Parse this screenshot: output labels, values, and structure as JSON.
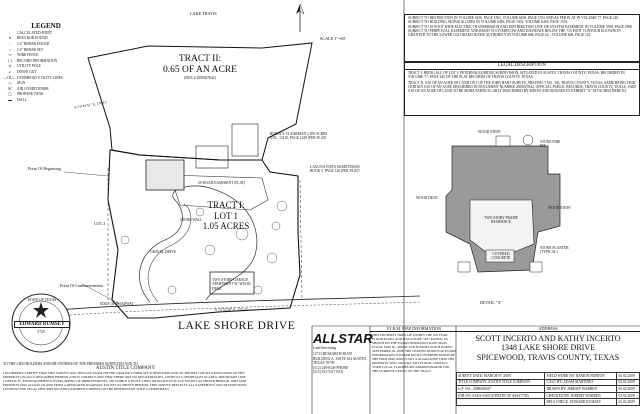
{
  "header": {
    "lake_label": "LAKE TRAVIS",
    "scale": "SCALE  1\"=60'"
  },
  "legend": {
    "title": "LEGEND",
    "items": [
      "CALCULATED POINT",
      "IRON ROD FOUND",
      "1/2\" REBAR FOUND",
      "1/2\" REBAR SET",
      "WIRE FENCE",
      "RECORD INFORMATION",
      "UTILITY POLE",
      "DOWN GUY",
      "OVERHEAD UTILITY LINES",
      "SIGN",
      "AIR CONDITIONER",
      "PROPANE TANK",
      "WALL"
    ]
  },
  "notes": {
    "restrictions": [
      "SUBJECT TO RESTRICTION IN VOLUME 6456, PAGE 1502, VOLUME 6458, PAGE 1553 AND AS PER PLAT IN VOLUME 77, PAGE 245.",
      "SUBJECT TO BUILDING SETBACK LINES IN VOLUME 6456, PAGE 1502, VOLUME 6458, PAGE 1553.",
      "SUBJECT TO 10-FOOT WIDE ELECTRIC TRANSMISSION AND DISTRIBUTION LINE OR SYSTEM EASEMENT IN VOLUME 5598, PAGE 1898.",
      "SUBJECT TO PERPETUAL EASEMENT AND RIGHT TO OVERFLOW AND INUNDATE BELOW THE 715 FOOT CONTOUR ELEVATION GRANTED TO THE LOWER COLORADO RIVER AUTHORITY IN VOLUME 668, PAGE 62 ; VOLUME 668, PAGE 125."
    ],
    "legal_title": "LEGAL DESCRIPTION",
    "legal": [
      "TRACT I: BEING ALL OF LOT 1, PETERNALES RIDGE SUBDIVISION, SITUATED IN AUSTIN, TRAVIS COUNTY, TEXAS, RECORDED IN VOLUME 77, PAGE 245 OF THE PLAT RECORDS OF TRAVIS COUNTY, TEXAS.",
      "TRACT II: 0.65 OF AN ACRE OF LAND OUT OF THE JOHN HART SURVEY, ABSTRACT NO. 336, TRAVIS COUNTY, TEXAS, SAME BEING THAT CERTAIN 0.65 OF AN ACRE DESCRIBED IN DOCUMENT NUMBER 2000027842, OFFICIAL PUBLIC RECORDS, TRAVIS COUNTY, TEXAS, SAID 0.65 OF AN ACRE OF LAND TO BE MORE PARTICULARLY DESCRIBED BY METES AND BOUNDS IN EXHIBIT \"A\" ATTACHED HERETO."
    ]
  },
  "plan": {
    "tract2": "TRACT II:",
    "tract2_size": "0.65 OF AN ACRE",
    "tract2_doc": "(DOC.# 2000027842)",
    "tract1": "TRACT I:",
    "tract1_lot": "LOT 1",
    "tract1_size": "1.05 ACRES",
    "point_beginning": "Point Of Beginning",
    "point_commencement": "Point Of Commencement",
    "lot2": "LOT 2",
    "neighbor": "ROBIN Y. CLEARMAN 1.300 ACRES VOL. 13110, PAGE 1429 (PER PLAT)",
    "subdivision": "LAGUNA VISTA SUBDIVISION BOOK 5, PAGE 126 (PER PLAT)",
    "road_easement": "20' ROAD EASEMENT (PLAT)",
    "gravel_drive": "GRAVEL DRIVE",
    "garage": "TWO STORY GARAGE APARTMENT W/ WOOD DECK",
    "stone_wall": "STONE WALL",
    "bearing_top": "N 74°43'52\" E, 176.13'",
    "bearing_bottom": "S 74°52'36\" E, 175.13'",
    "road": "LAKE SHORE DRIVE",
    "edge_road": "EDGE OF ROADWAY"
  },
  "detail": {
    "label": "DETAIL \"A\"",
    "wood_steps": "WOOD STEPS",
    "stone_fire_pit": "STONE FIRE PIT",
    "wood_deck": "WOOD DECK",
    "wood_steps2": "WOOD STEPS",
    "residence": "TWO STORY FRAME RESIDENCE",
    "covered_concrete": "COVERED CONCRETE",
    "stone_planter": "STONE PLANTER (TYPICAL)"
  },
  "seal": {
    "state": "STATE OF TEXAS",
    "name": "EDWARD RUMSEY",
    "number": "5729"
  },
  "certification": {
    "to_line": "TO THE LIEN HOLDERS AND/OR OWNERS OF THE PREMISES SURVEYED AND TO",
    "company": "AUSTIN TITLE COMPANY",
    "body": "I DO HEREBY CERTIFY THAT THIS SURVEY WAS THIS DAY MADE ON THE GROUND UNDER MY SUPERVISION AND TO THE BEST OF MY KNOWLEDGE OF THE PROPERTY LEGALLY DESCRIBED HEREON AND IS CORRECT AND THAT THERE ARE NO DISCREPANCIES, CONFLICTS, SHORTAGES IN AREA, BOUNDARY LINE CONFLICTS, ENCROACHMENTS OVERLAPPING OF IMPROVEMENTS, OR VISIBLE UTILITY LINES OR ROADS IN PLACE EXCEPT AS SHOWN HEREON, AND SAID PROPERTY HAS ACCESS TO AND FROM A DEDICATED ROADWAY, EXCEPT AS SHOWN HEREON, THIS SURVEY REFLECTS ALL EASEMENTS AND RESTRICTIONS LISTED IN THE LEGAL DESCRIPTION AND EASEMENTS SHOWN ON THE REFERENCED TITLE COMMITMENT."
  },
  "company": {
    "name": "ALLSTAR",
    "sub": "Land Surveying",
    "address": "12713 RESEARCH BLVD. BUILDING A, SUITE 104 AUSTIN, TEXAS 78759",
    "phone": "(512) 249-8149 PHONE",
    "fax": "(512) 331-5217 FAX"
  },
  "firm": {
    "title": "F.I.R.M. MAP INFORMATION",
    "body": "THIS PROPERTY DOES LIE WITHIN THE 100 YEAR FLOOD PLAIN, AND HAS A ZONE \"AE\" RATING AS SHOWN ON THE FLOOD INSURANCE RATE MAPS F.I.R.M. MAP No. 48453C 0130 H PANEL 0130 H DATED: SEPTEMBER 26, 2008. THE CERTIFICATION FOR FLOOD INFORMATION IS BASED ON MY INTERPRETATION OF THE FIRM MAP AND IS NOT A GUARANTEE THAT THE PROPERTY WILL OR WILL NOT FLOOD. CONTACT YOUR LOCAL FLOODPLAIN ADMINISTRATOR FOR THE CURRENT STATUS OF THE TRACT."
  },
  "title_block": {
    "address_head": "ADDRESS",
    "owners": "SCOTT INCERTO AND KATHY INCERTO",
    "street": "1348 LAKE SHORE DRIVE",
    "city": "SPICEWOOD, TRAVIS COUNTY, TEXAS"
  },
  "footer_table": [
    [
      "SURVEY DATE: MARCH 07, 2009",
      "FIELD WORK BY: RAMON NORTON",
      "03.02.2009"
    ],
    [
      "TITLE COMPANY: AUSTIN TITLE COMPANY",
      "CALC BY: ADAM MARTINEZ",
      "03.02.2009"
    ],
    [
      "G.F. NO.: 2088000037",
      "DRAWN BY: JEREMY WARREN",
      "03.02.2009"
    ],
    [
      "JOB NO: ASUS-0100 (UPDATE OF ASS27758)",
      "CHECKED BY: JEREMY WARREN",
      "03.02.2009"
    ],
    [
      "",
      "RPLS CHECK: EDWARD RUMSEY",
      "03.02.2009"
    ]
  ]
}
